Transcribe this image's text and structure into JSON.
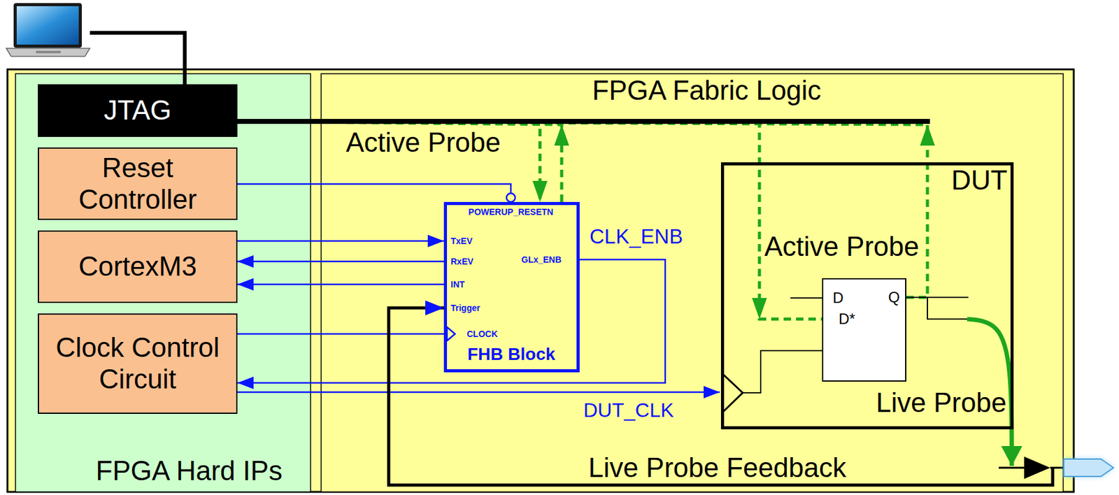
{
  "diagram": {
    "nodes": [
      {
        "text": [
          "FPGA Hard IPs"
        ]
      },
      {
        "text": [
          "JTAG"
        ],
        "in": 0
      },
      {
        "text": [
          "Reset Controller"
        ],
        "in": 0
      },
      {
        "text": [
          "CortexM3"
        ],
        "in": 0
      },
      {
        "text": [
          "Clock Control Circuit"
        ],
        "in": 0
      },
      {
        "text": [
          "FPGA Fabric Logic"
        ]
      },
      {
        "text": [
          "POWERUP_RESETN",
          "TxEV",
          "RxEV",
          "INT",
          "Trigger",
          "CLOCK",
          "GLx_ENB",
          "FHB Block"
        ],
        "in": 5
      },
      {
        "text": [
          "DUT",
          "Active Probe",
          "Live Probe"
        ],
        "in": 5
      },
      {
        "text": [
          "D",
          "Q",
          "D*"
        ],
        "in": 7
      }
    ],
    "edges": [
      {
        "from": 1,
        "to": 6,
        "arrow": "to"
      },
      {
        "from": 6,
        "to": 1,
        "arrow": "to"
      },
      {
        "from": 1,
        "to": 8,
        "arrow": "to"
      },
      {
        "from": 8,
        "to": 1,
        "arrow": "to"
      },
      {
        "from": 2,
        "to": 6,
        "arrow": "none"
      },
      {
        "from": 3,
        "to": 6,
        "arrow": "to"
      },
      {
        "from": 6,
        "to": 3,
        "arrow": "to"
      },
      {
        "from": 6,
        "to": 3,
        "arrow": "to"
      },
      {
        "from": 4,
        "to": 6,
        "arrow": "none"
      },
      {
        "from": 6,
        "to": 4,
        "arrow": "to",
        "label": "CLK_ENB"
      },
      {
        "from": 4,
        "to": 7,
        "arrow": "to",
        "label": "DUT_CLK"
      },
      {
        "from": 8,
        "to": 6,
        "arrow": "to",
        "label": "Live Probe Feedback"
      }
    ],
    "labels": [
      "Active Probe"
    ]
  }
}
